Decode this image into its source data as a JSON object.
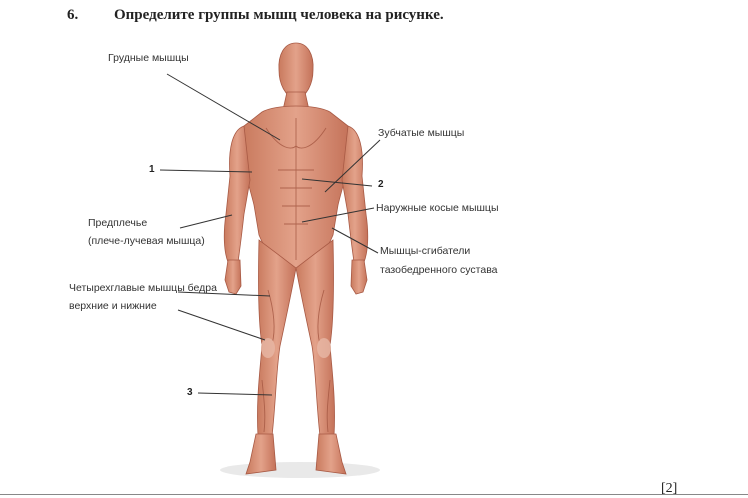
{
  "question": {
    "number": "6.",
    "text": "Определите группы мышц человека на рисунке."
  },
  "labels": {
    "chest": "Грудные мышцы",
    "serratus": "Зубчатые мышцы",
    "forearm_line1": "Предплечье",
    "forearm_line2": "(плече-лучевая мышца)",
    "obliques": "Наружные косые мышцы",
    "hip_flexors_line1": "Мышцы-сгибатели",
    "hip_flexors_line2": "тазобедренного сустава",
    "quads_line1": "Четырехглавые мышцы бедра",
    "quads_line2": "верхние и нижние"
  },
  "markers": {
    "m1": "1",
    "m2": "2",
    "m3": "3"
  },
  "points": "[2]"
}
